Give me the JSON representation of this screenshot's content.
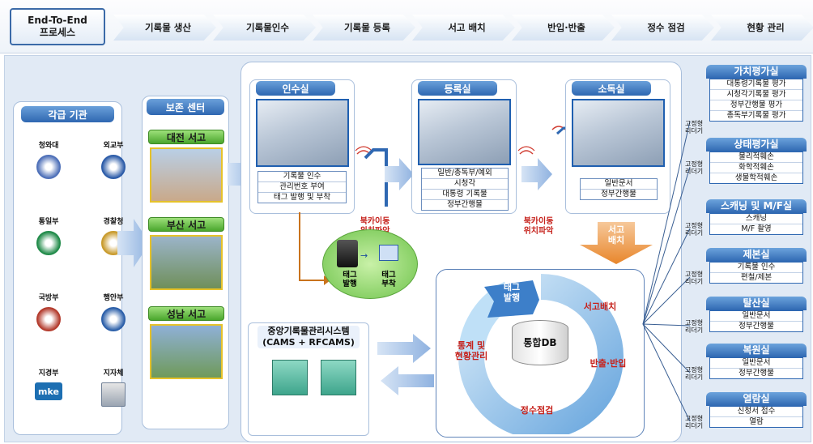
{
  "process": {
    "title": "End-To-End\n프로세스",
    "steps": [
      "기록물 생산",
      "기록물인수",
      "기록물 등록",
      "서고 배치",
      "반입·반출",
      "정수 점검",
      "현황 관리"
    ]
  },
  "agencies": {
    "header": "각급 기관",
    "items": [
      "청와대",
      "외교부",
      "통일부",
      "경찰청",
      "국방부",
      "행안부",
      "지경부",
      "지자체"
    ],
    "mke_logo": "mke"
  },
  "storage": {
    "header": "보존 센터",
    "centers": [
      "대전 서고",
      "부산 서고",
      "성남 서고"
    ]
  },
  "rooms": {
    "intake": {
      "title": "인수실",
      "tasks": [
        "기록물 인수",
        "관리번호 부여",
        "태그 발행 및 부착"
      ]
    },
    "register": {
      "title": "등록실",
      "tasks": [
        "일반/총독부/예외",
        "시청각",
        "대통령 기록물",
        "정부간행물"
      ]
    },
    "disinfect": {
      "title": "소독실",
      "tasks": [
        "일반문서",
        "정부간행물"
      ]
    }
  },
  "barcode_label": "북카이동\n위치파악",
  "printer": {
    "issue": "태그\n발행",
    "attach": "태그\n부착"
  },
  "shelving_label": "서고\n배치",
  "system": {
    "title": "중앙기록물관리시스템\n(CAMS + RFCAMS)"
  },
  "cycle": {
    "center": "통합DB",
    "tag_issue": "태그\n발행",
    "shelving": "서고배치",
    "in_out": "반출·반입",
    "inventory": "정수점검",
    "stats": "통계 및\n현황관리"
  },
  "reader_label": "고정형\n리더기",
  "right_rooms": [
    {
      "title": "가치평가실",
      "items": [
        "대통령기록물 평가",
        "시청각기록물 평가",
        "정부간행물 평가",
        "총독부기록물 평가"
      ]
    },
    {
      "title": "상태평가실",
      "items": [
        "물리적훼손",
        "화학적훼손",
        "생물학적훼손"
      ]
    },
    {
      "title": "스캐닝 및 M/F실",
      "items": [
        "스캐닝",
        "M/F 촬영"
      ]
    },
    {
      "title": "제본실",
      "items": [
        "기록물 인수",
        "편철/제본"
      ]
    },
    {
      "title": "탈산실",
      "items": [
        "일반문서",
        "정부간행물"
      ]
    },
    {
      "title": "복원실",
      "items": [
        "일반문서",
        "정부간행물"
      ]
    },
    {
      "title": "열람실",
      "items": [
        "신청서 접수",
        "열람"
      ]
    }
  ],
  "colors": {
    "primary": "#2e67b1",
    "accent_red": "#c6221c",
    "green": "#4aa62d",
    "orange": "#e8862b"
  }
}
